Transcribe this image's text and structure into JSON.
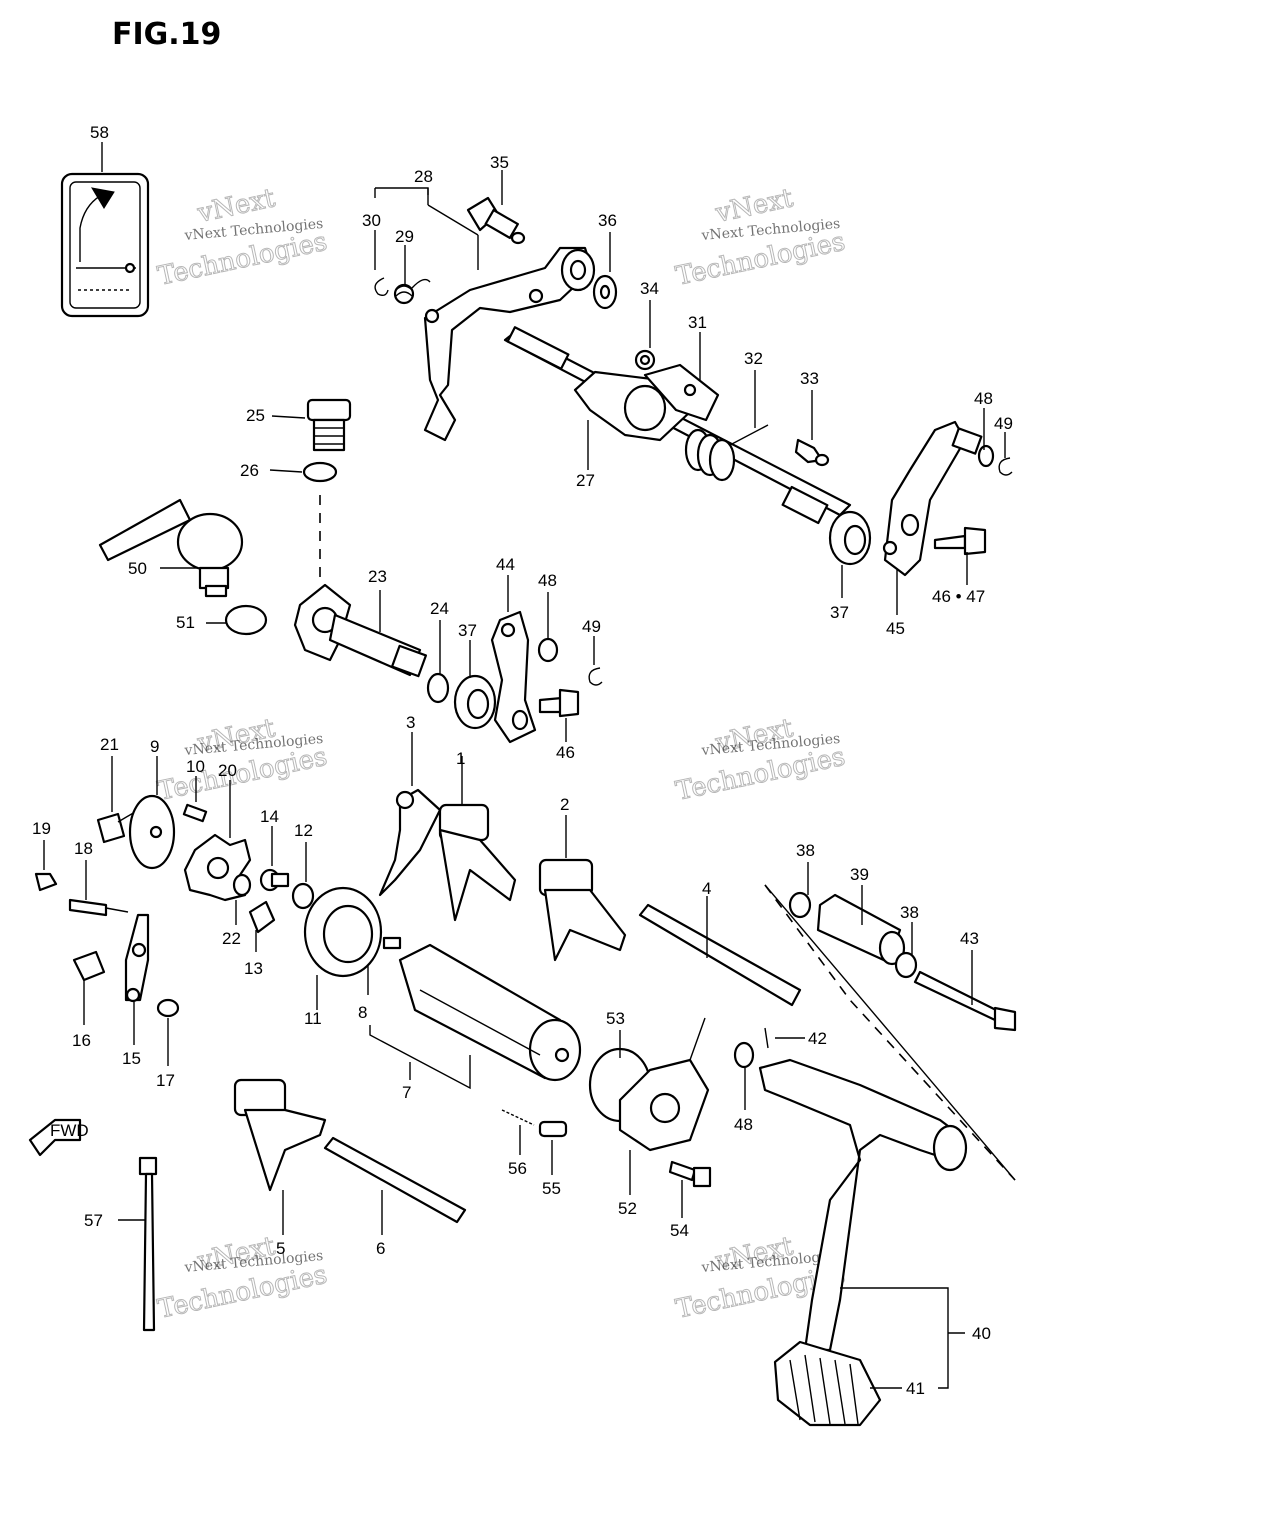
{
  "figure_title": "FIG.19",
  "fwd_label": "FWD",
  "watermark": {
    "small": "vNext Technologies",
    "big": "Technologies",
    "top": "vNext"
  },
  "callouts": {
    "1": "1",
    "2": "2",
    "3": "3",
    "4": "4",
    "5": "5",
    "6": "6",
    "7": "7",
    "8": "8",
    "9": "9",
    "10": "10",
    "11": "11",
    "12": "12",
    "13": "13",
    "14": "14",
    "15": "15",
    "16": "16",
    "17": "17",
    "18": "18",
    "19": "19",
    "20": "20",
    "21": "21",
    "22": "22",
    "23": "23",
    "24": "24",
    "25": "25",
    "26": "26",
    "27": "27",
    "28": "28",
    "29": "29",
    "30": "30",
    "31": "31",
    "32": "32",
    "33": "33",
    "34": "34",
    "35": "35",
    "36": "36",
    "37": "37",
    "38": "38",
    "39": "39",
    "40": "40",
    "41": "41",
    "42": "42",
    "43": "43",
    "44": "44",
    "45": "45",
    "46": "46",
    "46_47": "46 • 47",
    "48": "48",
    "49": "49",
    "50": "50",
    "51": "51",
    "52": "52",
    "53": "53",
    "54": "54",
    "55": "55",
    "56": "56",
    "57": "57",
    "58": "58"
  }
}
